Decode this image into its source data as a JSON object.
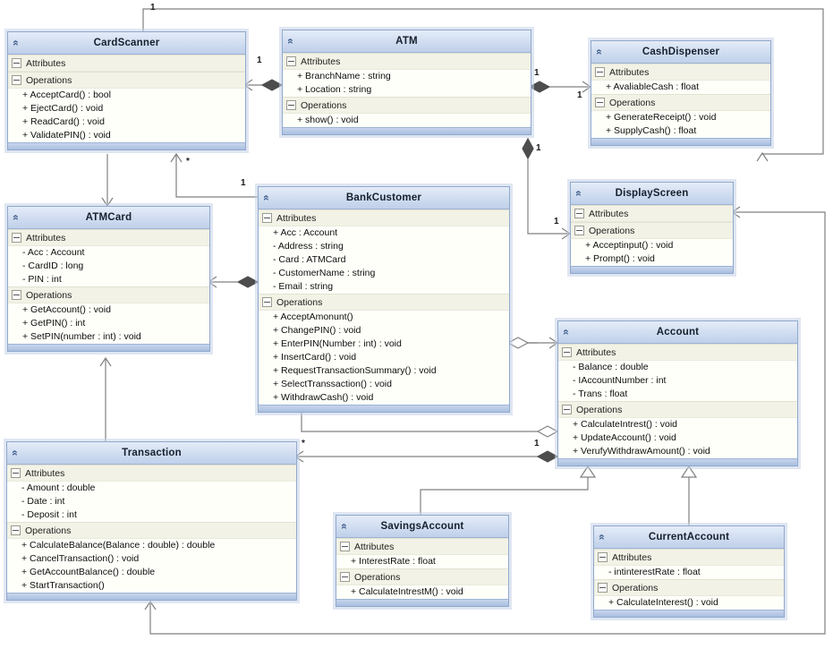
{
  "section_labels": {
    "attributes": "Attributes",
    "operations": "Operations"
  },
  "icons": {
    "collapse_chevron_glyph": "«",
    "collapse_chevron_name": "collapse-chevron-icon",
    "section_toggle_name": "section-collapse-icon"
  },
  "colors": {
    "box_border": "#8fa9cc",
    "header_fill": "#bfd0ea",
    "section_fill": "#f2f2e6",
    "connector": "#808080",
    "filled_diamond": "#4d4d4d"
  },
  "classes": [
    {
      "id": "CardScanner",
      "name": "CardScanner",
      "attributes": [],
      "operations": [
        "+ AcceptCard() : bool",
        "+ EjectCard() : void",
        "+ ReadCard() : void",
        "+ ValidatePIN() : void"
      ]
    },
    {
      "id": "ATM",
      "name": "ATM",
      "attributes": [
        "+ BranchName : string",
        "+ Location : string"
      ],
      "operations": [
        "+ show() : void"
      ]
    },
    {
      "id": "CashDispenser",
      "name": "CashDispenser",
      "attributes": [
        "+ AvaliableCash : float"
      ],
      "operations": [
        "+ GenerateReceipt() : void",
        "+ SupplyCash() : float"
      ]
    },
    {
      "id": "ATMCard",
      "name": "ATMCard",
      "attributes": [
        "- Acc : Account",
        "- CardID : long",
        "- PIN : int"
      ],
      "operations": [
        "+ GetAccount() : void",
        "+ GetPIN() : int",
        "+ SetPIN(number : int) : void"
      ]
    },
    {
      "id": "BankCustomer",
      "name": "BankCustomer",
      "attributes": [
        "+ Acc : Account",
        "- Address : string",
        "- Card : ATMCard",
        "- CustomerName : string",
        "- Email : string"
      ],
      "operations": [
        "+ AcceptAmonunt()",
        "+ ChangePIN() : void",
        "+ EnterPIN(Number : int) : void",
        "+ InsertCard() : void",
        "+ RequestTransactionSummary() : void",
        "+ SelectTranssaction() : void",
        "+ WithdrawCash() : void"
      ]
    },
    {
      "id": "DisplayScreen",
      "name": "DisplayScreen",
      "attributes": [],
      "operations": [
        "+ Acceptinput() : void",
        "+ Prompt() : void"
      ]
    },
    {
      "id": "Account",
      "name": "Account",
      "attributes": [
        "- Balance : double",
        "- IAccountNumber : int",
        "- Trans : float"
      ],
      "operations": [
        "+ CalculateIntrest() : void",
        "+ UpdateAccount() : void",
        "+ VerufyWithdrawAmount() : void"
      ]
    },
    {
      "id": "Transaction",
      "name": "Transaction",
      "attributes": [
        "- Amount : double",
        "- Date : int",
        "- Deposit : int"
      ],
      "operations": [
        "+ CalculateBalance(Balance : double) : double",
        "+ CancelTransaction() : void",
        "+ GetAccountBalance() : double",
        "+ StartTransaction()"
      ]
    },
    {
      "id": "SavingsAccount",
      "name": "SavingsAccount",
      "attributes": [
        "+ InterestRate : float"
      ],
      "operations": [
        "+ CalculateIntrestM() : void"
      ]
    },
    {
      "id": "CurrentAccount",
      "name": "CurrentAccount",
      "attributes": [
        "- intinterestRate : float"
      ],
      "operations": [
        "+ CalculateInterest() : void"
      ]
    }
  ],
  "relationships": [
    {
      "from": "ATM",
      "to": "CardScanner",
      "type": "composition-arrow",
      "label_from": "1"
    },
    {
      "from": "ATM",
      "to": "CashDispenser",
      "type": "composition-arrow",
      "label_from": "1",
      "label_to": "1"
    },
    {
      "from": "ATM",
      "to": "DisplayScreen",
      "type": "composition-arrow",
      "label_from": "1",
      "label_to": "1"
    },
    {
      "from": "CardScanner",
      "to": "ATMCard",
      "type": "association-arrow"
    },
    {
      "from": "BankCustomer",
      "to": "CardScanner",
      "type": "association-arrow",
      "label_from": "1",
      "label_to": "*"
    },
    {
      "from": "BankCustomer",
      "to": "ATMCard",
      "type": "composition-arrow"
    },
    {
      "from": "BankCustomer",
      "to": "Account",
      "type": "aggregation-arrow"
    },
    {
      "from": "BankCustomer",
      "to": "Account",
      "type": "aggregation"
    },
    {
      "from": "Account",
      "to": "Transaction",
      "type": "composition-arrow",
      "label_from": "1",
      "label_to": "*"
    },
    {
      "from": "Transaction",
      "to": "ATMCard",
      "type": "association-arrow"
    },
    {
      "from": "SavingsAccount",
      "to": "Account",
      "type": "generalization"
    },
    {
      "from": "CurrentAccount",
      "to": "Account",
      "type": "generalization"
    },
    {
      "from": "CardScanner",
      "to": "CashDispenser",
      "type": "association-arrow",
      "label_from": "1"
    },
    {
      "from": "Transaction",
      "to": "DisplayScreen",
      "type": "association-arrow"
    }
  ],
  "edge_labels": [
    {
      "id": "top-route-near-cardscanner",
      "text": "1"
    },
    {
      "id": "atm-cardscanner-near-atm",
      "text": "1"
    },
    {
      "id": "atm-cashdispenser-near-atm",
      "text": "1"
    },
    {
      "id": "atm-cashdispenser-near-cashdispenser",
      "text": "1"
    },
    {
      "id": "atm-displayscreen-near-atm",
      "text": "1"
    },
    {
      "id": "atm-displayscreen-near-displayscreen",
      "text": "1"
    },
    {
      "id": "bankcustomer-cardscanner-near-cardscanner",
      "text": "*"
    },
    {
      "id": "bankcustomer-cardscanner-near-bankcustomer",
      "text": "1"
    },
    {
      "id": "account-transaction-near-transaction",
      "text": "*"
    },
    {
      "id": "account-transaction-near-account",
      "text": "1"
    }
  ]
}
